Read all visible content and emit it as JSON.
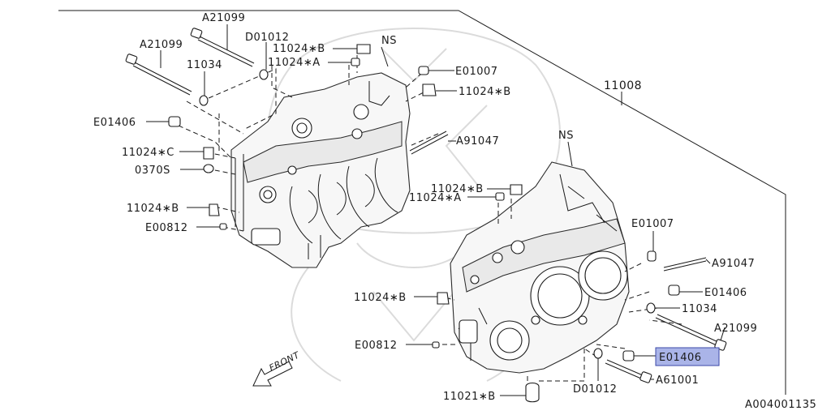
{
  "diagram": {
    "assembly_number": "11008",
    "figure_id": "A004001135",
    "front_label": "FRONT",
    "highlighted_label": "E01406",
    "colors": {
      "ink": "#1a1a1a",
      "highlight_fill": "#aab4e8",
      "highlight_stroke": "#3c4aa8",
      "watermark": "#d8d8d8"
    },
    "callouts": {
      "a21099_top": "A21099",
      "d01012_top": "D01012",
      "a21099_left": "A21099",
      "p11024b_top": "11024∗B",
      "ns_left": "NS",
      "p11024a_top": "11024∗A",
      "p11034_left": "11034",
      "e01007_top": "E01007",
      "p11024b_right_top": "11024∗B",
      "e01406_left": "E01406",
      "p11024c": "11024∗C",
      "a91047_top": "A91047",
      "p0370s": "0370S",
      "p11024b_mid": "11024∗B",
      "p11024a_mid": "11024∗A",
      "p11024b_left": "11024∗B",
      "ns_right": "NS",
      "e00812_left": "E00812",
      "e01007_right": "E01007",
      "a91047_right": "A91047",
      "e01406_right": "E01406",
      "p11024b_low": "11024∗B",
      "p11034_right": "11034",
      "a21099_right": "A21099",
      "e00812_low": "E00812",
      "e01406_highlight": "E01406",
      "a61001": "A61001",
      "p11021b": "11021∗B",
      "d01012_low": "D01012"
    }
  }
}
